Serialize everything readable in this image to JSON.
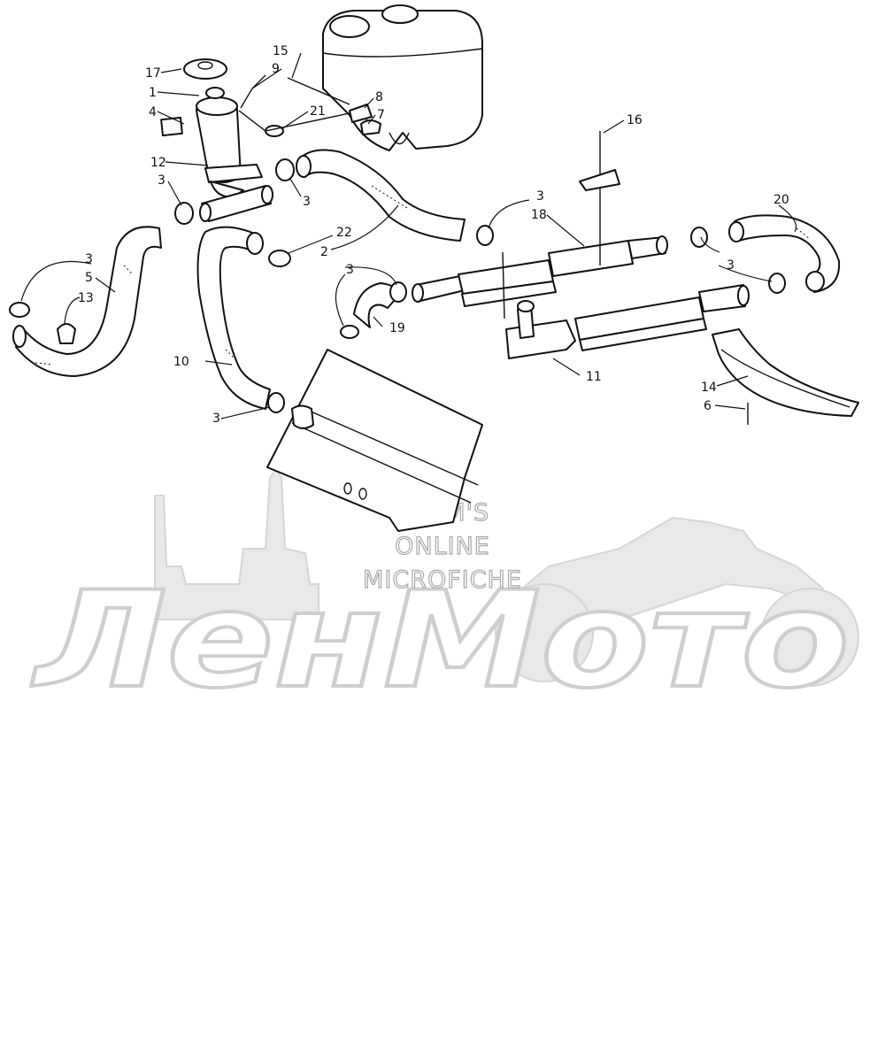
{
  "callouts": [
    {
      "id": "c1",
      "text": "1"
    },
    {
      "id": "c2",
      "text": "2"
    },
    {
      "id": "c3a",
      "text": "3"
    },
    {
      "id": "c3b",
      "text": "3"
    },
    {
      "id": "c3c",
      "text": "3"
    },
    {
      "id": "c3d",
      "text": "3"
    },
    {
      "id": "c3e",
      "text": "3"
    },
    {
      "id": "c3f",
      "text": "3"
    },
    {
      "id": "c3g",
      "text": "3"
    },
    {
      "id": "c4",
      "text": "4"
    },
    {
      "id": "c5",
      "text": "5"
    },
    {
      "id": "c6",
      "text": "6"
    },
    {
      "id": "c7",
      "text": "7"
    },
    {
      "id": "c8",
      "text": "8"
    },
    {
      "id": "c9",
      "text": "9"
    },
    {
      "id": "c10",
      "text": "10"
    },
    {
      "id": "c11",
      "text": "11"
    },
    {
      "id": "c12",
      "text": "12"
    },
    {
      "id": "c13",
      "text": "13"
    },
    {
      "id": "c14",
      "text": "14"
    },
    {
      "id": "c15",
      "text": "15"
    },
    {
      "id": "c16",
      "text": "16"
    },
    {
      "id": "c17",
      "text": "17"
    },
    {
      "id": "c18",
      "text": "18"
    },
    {
      "id": "c19",
      "text": "19"
    },
    {
      "id": "c20",
      "text": "20"
    },
    {
      "id": "c21",
      "text": "21"
    },
    {
      "id": "c22",
      "text": "22"
    }
  ],
  "watermark": {
    "line1": "HLSM'S",
    "line2": "ONLINE",
    "line3": "MICROFICHE",
    "logo": "ЛенМото"
  }
}
